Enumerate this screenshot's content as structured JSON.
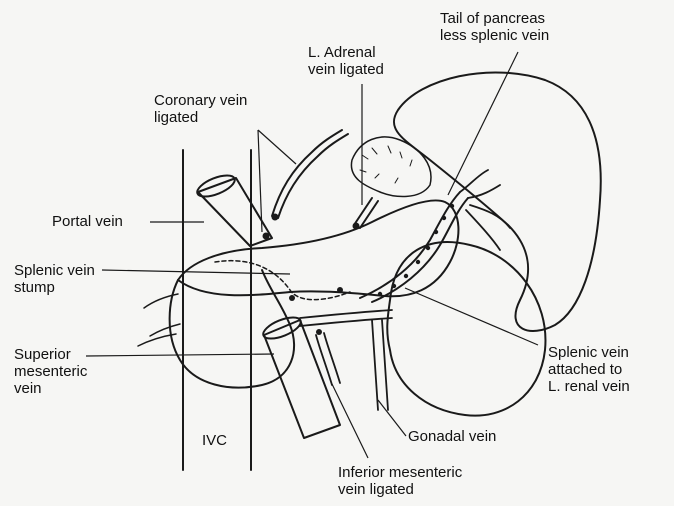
{
  "labels": {
    "tail_pancreas_1": "Tail of pancreas",
    "tail_pancreas_2": "less splenic vein",
    "adrenal_1": "L. Adrenal",
    "adrenal_2": "vein ligated",
    "coronary_1": "Coronary vein",
    "coronary_2": "ligated",
    "portal": "Portal vein",
    "splenic_stump_1": "Splenic vein",
    "splenic_stump_2": "stump",
    "sup_mes_1": "Superior",
    "sup_mes_2": "mesenteric",
    "sup_mes_3": "vein",
    "splenic_attached_1": "Splenic vein",
    "splenic_attached_2": "attached to",
    "splenic_attached_3": "L. renal vein",
    "ivc": "IVC",
    "gonadal": "Gonadal vein",
    "inf_mes_1": "Inferior mesenteric",
    "inf_mes_2": "vein ligated"
  }
}
